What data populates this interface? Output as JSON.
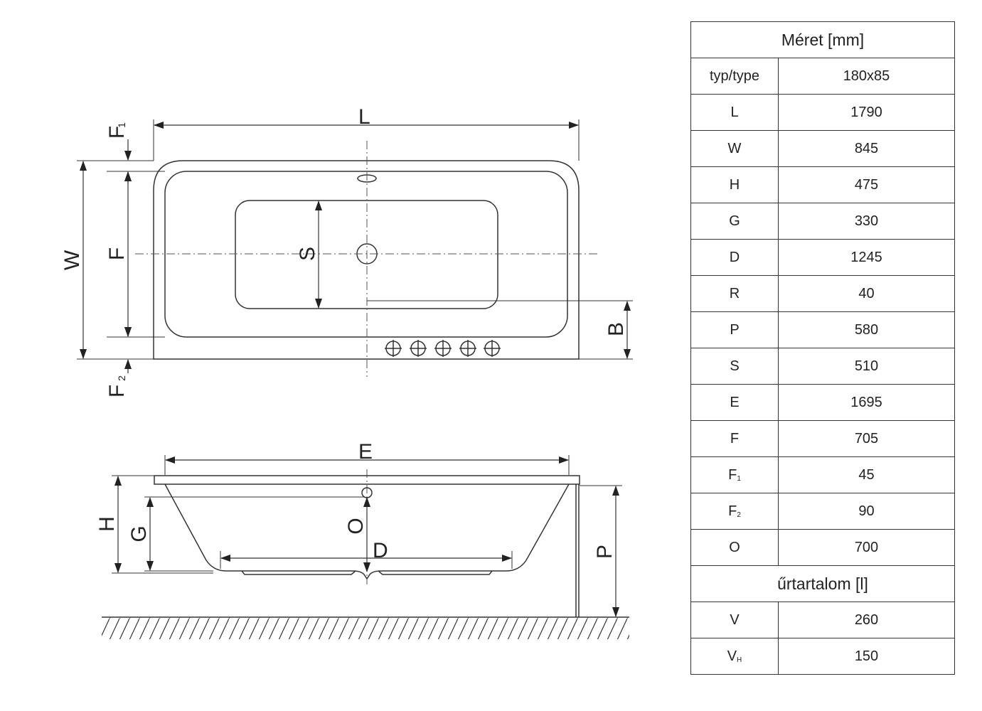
{
  "drawing": {
    "labels": {
      "L": "L",
      "W": "W",
      "F": "F",
      "F1": "F",
      "F1_sub": "1",
      "F2": "F",
      "F2_sub": "2",
      "S": "S",
      "B": "B",
      "E": "E",
      "H": "H",
      "G": "G",
      "O": "O",
      "D": "D",
      "P": "P"
    },
    "jet_count": 5
  },
  "table": {
    "header_dimensions": "Méret [mm]",
    "type_row": {
      "label": "typ/type",
      "value": "180x85"
    },
    "rows": [
      {
        "key": "L",
        "sub": "",
        "value": "1790"
      },
      {
        "key": "W",
        "sub": "",
        "value": "845"
      },
      {
        "key": "H",
        "sub": "",
        "value": "475"
      },
      {
        "key": "G",
        "sub": "",
        "value": "330"
      },
      {
        "key": "D",
        "sub": "",
        "value": "1245"
      },
      {
        "key": "R",
        "sub": "",
        "value": "40"
      },
      {
        "key": "P",
        "sub": "",
        "value": "580"
      },
      {
        "key": "S",
        "sub": "",
        "value": "510"
      },
      {
        "key": "E",
        "sub": "",
        "value": "1695"
      },
      {
        "key": "F",
        "sub": "",
        "value": "705"
      },
      {
        "key": "F",
        "sub": "1",
        "value": "45"
      },
      {
        "key": "F",
        "sub": "2",
        "value": "90"
      },
      {
        "key": "O",
        "sub": "",
        "value": "700"
      }
    ],
    "header_volume": "űrtartalom [l]",
    "volume_rows": [
      {
        "key": "V",
        "sub": "",
        "value": "260"
      },
      {
        "key": "V",
        "sub": "H",
        "value": "150"
      }
    ]
  }
}
